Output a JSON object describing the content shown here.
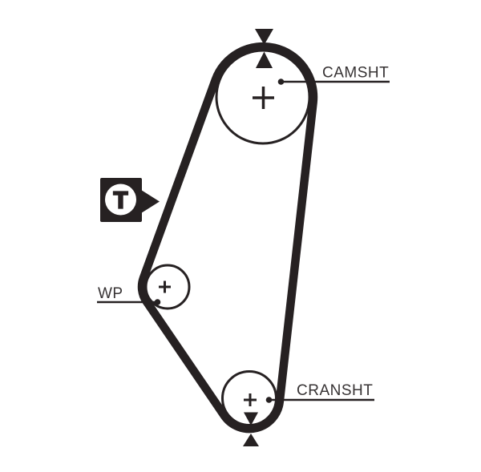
{
  "diagram": {
    "type": "timing-belt-routing",
    "colors": {
      "background": "#ffffff",
      "artwork": "#262122",
      "label_text": "#373334"
    },
    "labels": {
      "camshaft": "CAMSHT",
      "crankshaft": "CRANSHT",
      "water_pump": "WP",
      "tensioner": "T"
    },
    "components": {
      "camshaft_pulley": "camshaft sprocket with center cross and alignment triangles",
      "water_pump_pulley": "water pump pulley with center cross",
      "crankshaft_pulley": "crankshaft sprocket with center cross and alignment triangles",
      "belt": "timing belt loop",
      "tensioner": "tensioner position indicator badge"
    }
  }
}
